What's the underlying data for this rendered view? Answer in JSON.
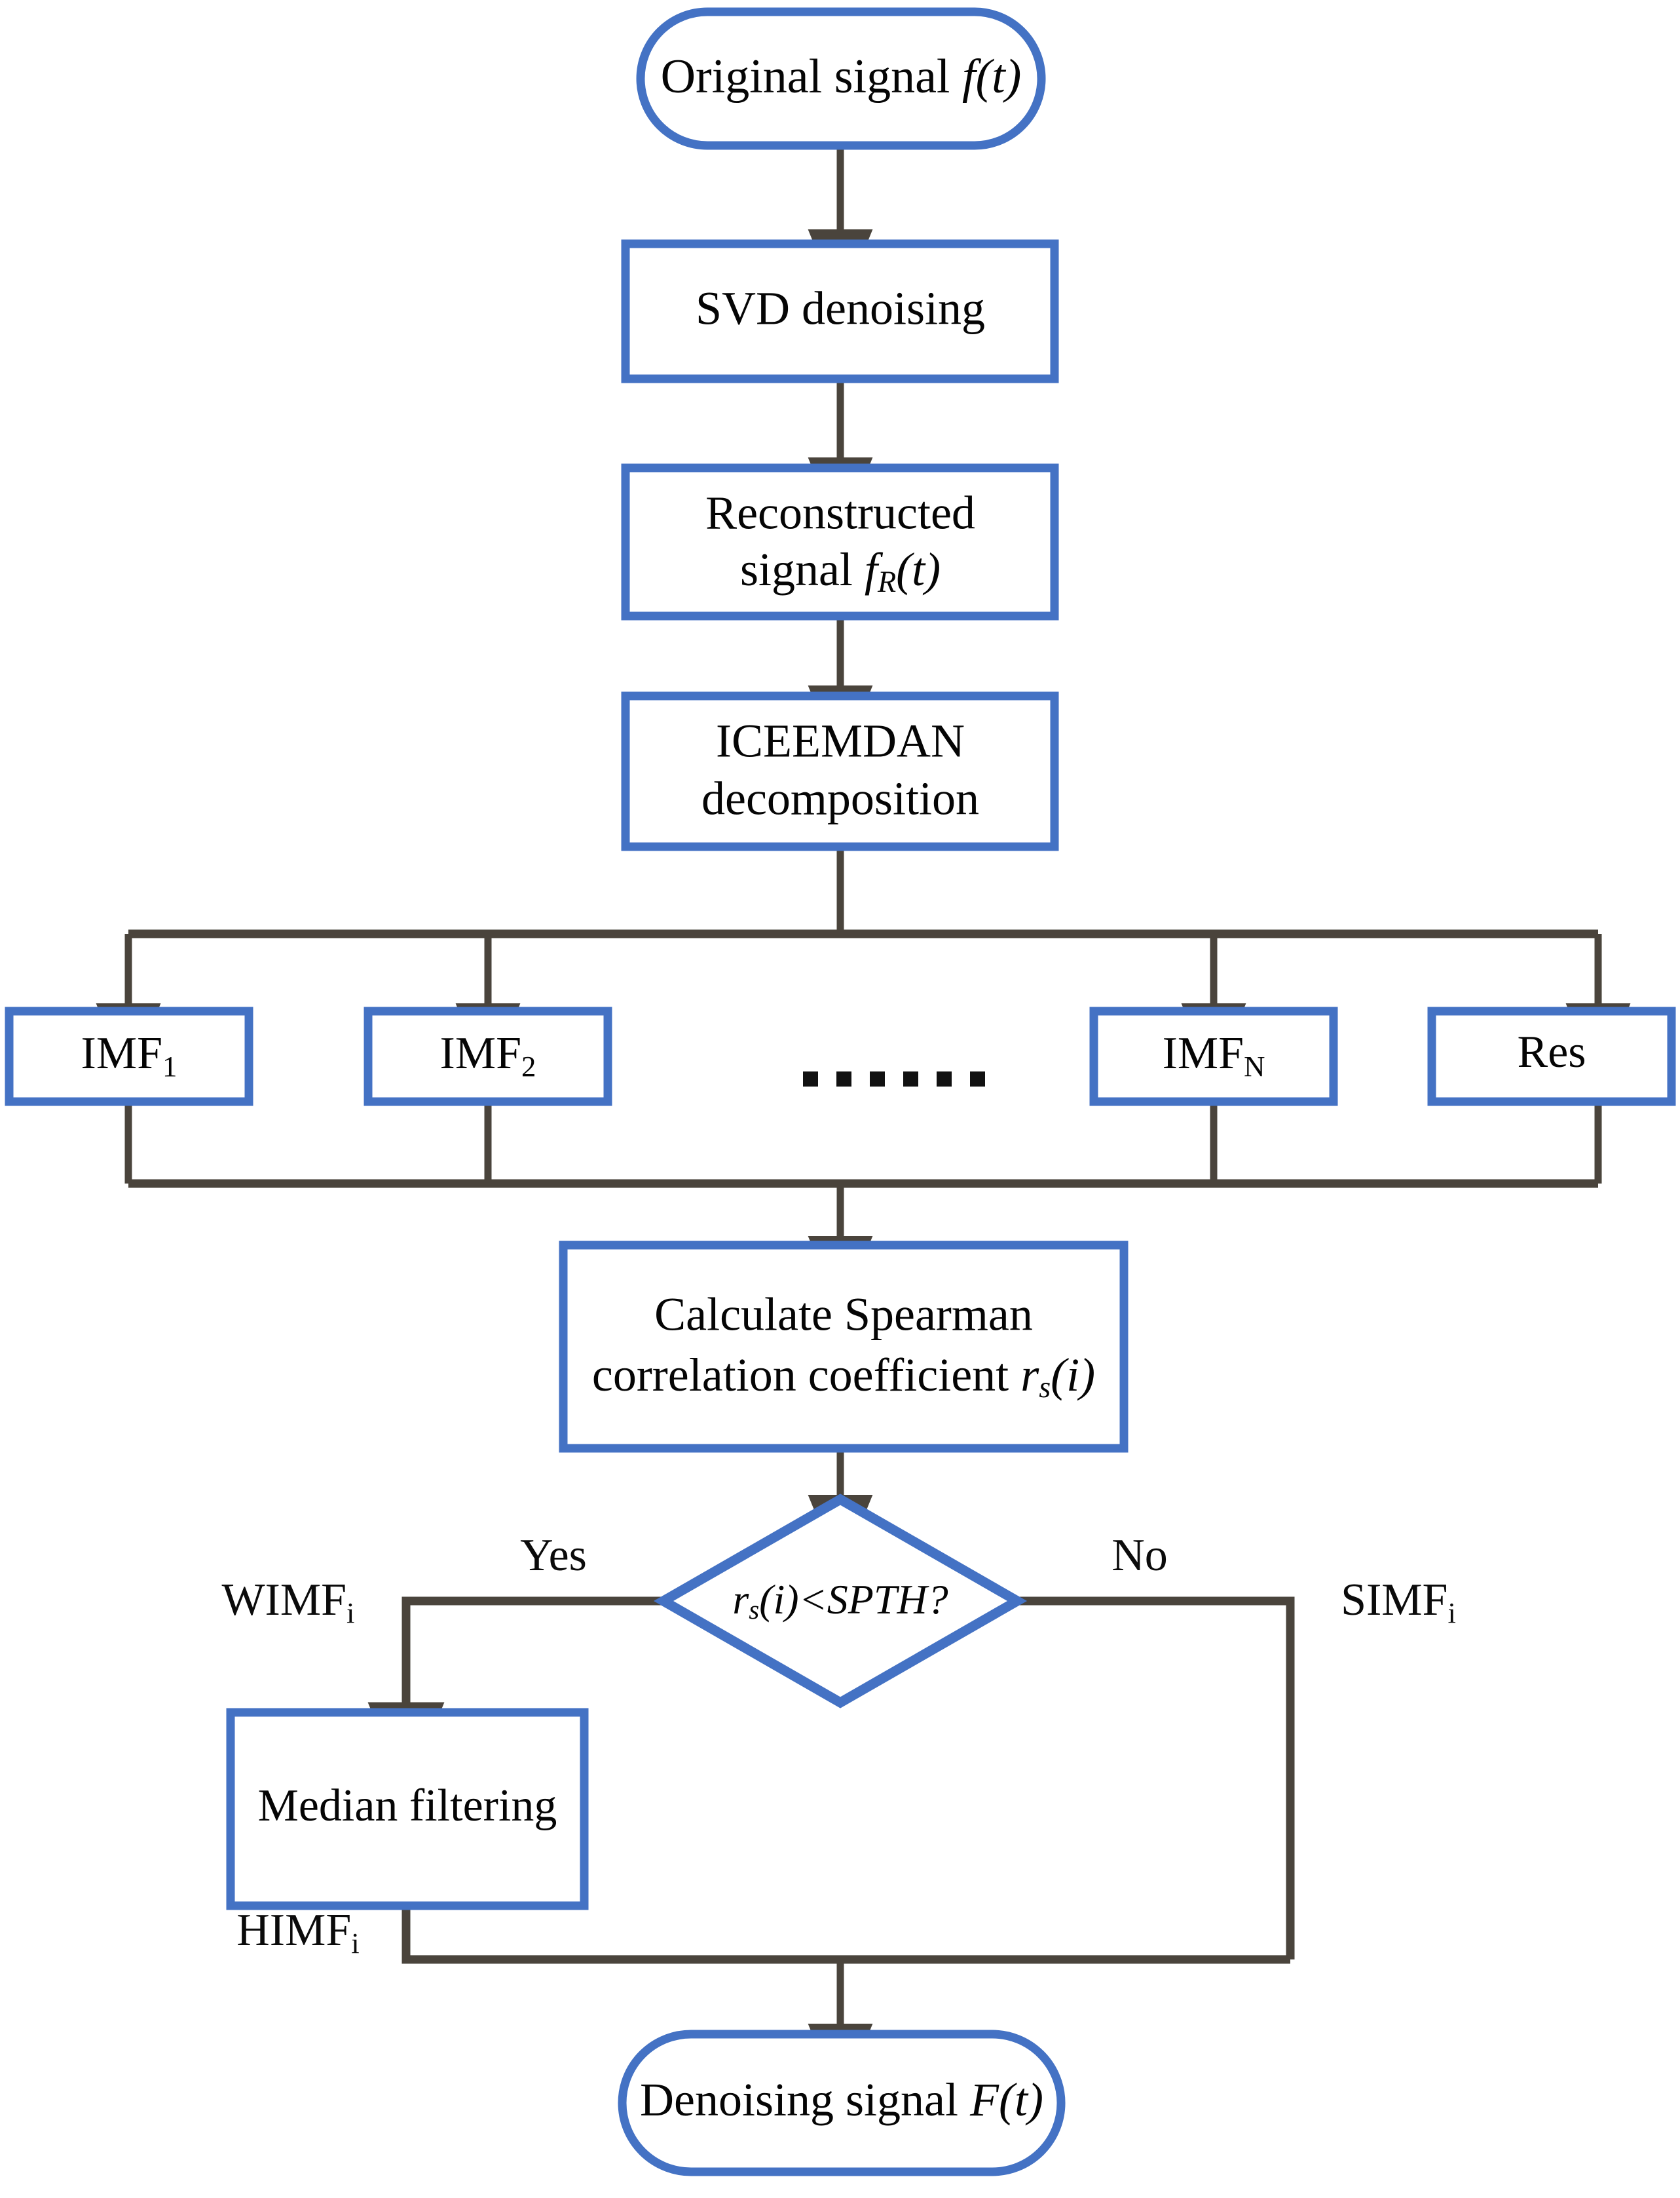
{
  "diagram": {
    "title": "Signal denoising flowchart",
    "colors": {
      "node_border": "#4472C4",
      "connector": "#4a443c",
      "text": "#050505",
      "background": "#ffffff"
    },
    "nodes": {
      "original_signal": {
        "label": "Original signal",
        "symbol": "f(t)",
        "shape": "terminal"
      },
      "svd_denoising": {
        "label": "SVD denoising",
        "shape": "process"
      },
      "reconstructed_signal": {
        "label_line1": "Reconstructed",
        "label_line2": "signal",
        "symbol_base": "f",
        "symbol_sub": "R",
        "symbol_tail": "(t)",
        "shape": "process"
      },
      "iceemdan": {
        "label_line1": "ICEEMDAN",
        "label_line2": "decomposition",
        "shape": "process"
      },
      "imf1": {
        "label_base": "IMF",
        "label_sub": "1",
        "shape": "process"
      },
      "imf2": {
        "label_base": "IMF",
        "label_sub": "2",
        "shape": "process"
      },
      "ellipsis": {
        "label": "......",
        "dot_count": 6
      },
      "imfN": {
        "label_base": "IMF",
        "label_sub": "N",
        "shape": "process"
      },
      "res": {
        "label": "Res",
        "shape": "process"
      },
      "spearman": {
        "label_line1": "Calculate Spearman",
        "label_line2": "correlation coefficient",
        "symbol_base": "r",
        "symbol_sub": "s",
        "symbol_tail": "(i)",
        "shape": "process"
      },
      "decision": {
        "symbol_base": "r",
        "symbol_sub": "s",
        "symbol_tail": "(i)<SPTH?",
        "shape": "decision"
      },
      "median_filtering": {
        "label": "Median filtering",
        "shape": "process"
      },
      "denoising_signal": {
        "label": "Denoising signal",
        "symbol": "F(t)",
        "shape": "terminal"
      }
    },
    "edge_labels": {
      "yes": "Yes",
      "no": "No",
      "wimf": {
        "base": "WIMF",
        "sub": "i"
      },
      "simf": {
        "base": "SIMF",
        "sub": "i"
      },
      "himf": {
        "base": "HIMF",
        "sub": "i"
      }
    }
  }
}
